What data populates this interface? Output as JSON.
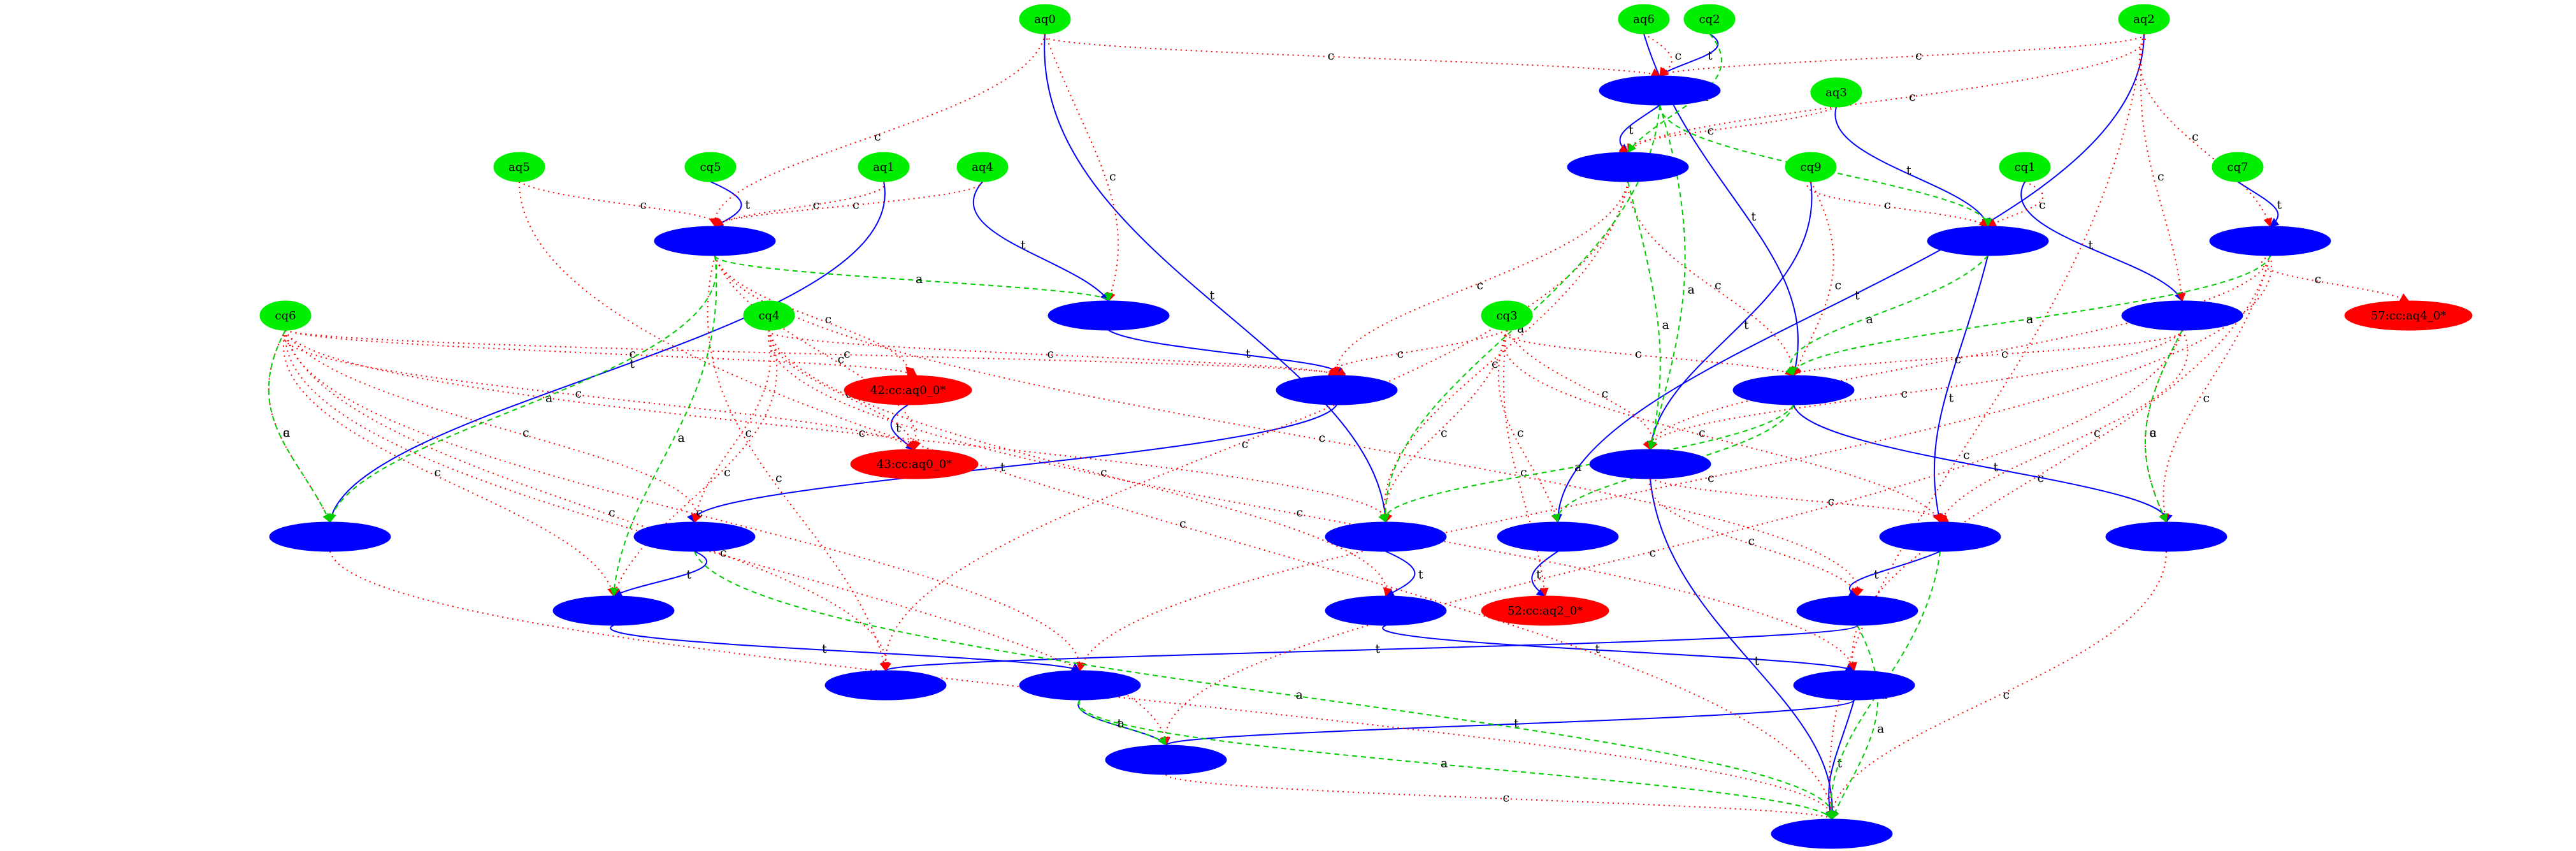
{
  "diagram": {
    "colors": {
      "source_node": "#00ee00",
      "task_node": "#0000ff",
      "terminal_node": "#ff0000",
      "edge_t": "#0000ff",
      "edge_c": "#ff0000",
      "edge_a": "#00cc00",
      "label_on_dark": "#000000"
    },
    "nodes": [
      {
        "id": "aq0",
        "label": "aq0",
        "kind": "source"
      },
      {
        "id": "aq6",
        "label": "aq6",
        "kind": "source"
      },
      {
        "id": "cq2",
        "label": "cq2",
        "kind": "source"
      },
      {
        "id": "aq2",
        "label": "aq2",
        "kind": "source"
      },
      {
        "id": "aq3",
        "label": "aq3",
        "kind": "source"
      },
      {
        "id": "aq5",
        "label": "aq5",
        "kind": "source"
      },
      {
        "id": "cq5",
        "label": "cq5",
        "kind": "source"
      },
      {
        "id": "aq1",
        "label": "aq1",
        "kind": "source"
      },
      {
        "id": "aq4",
        "label": "aq4",
        "kind": "source"
      },
      {
        "id": "cq9",
        "label": "cq9",
        "kind": "source"
      },
      {
        "id": "cq1",
        "label": "cq1",
        "kind": "source"
      },
      {
        "id": "cq7",
        "label": "cq7",
        "kind": "source"
      },
      {
        "id": "cq6",
        "label": "cq6",
        "kind": "source"
      },
      {
        "id": "cq4",
        "label": "cq4",
        "kind": "source"
      },
      {
        "id": "cq3",
        "label": "cq3",
        "kind": "source"
      },
      {
        "id": "b1",
        "label": "",
        "kind": "task"
      },
      {
        "id": "b2",
        "label": "",
        "kind": "task"
      },
      {
        "id": "b3",
        "label": "",
        "kind": "task"
      },
      {
        "id": "b4",
        "label": "",
        "kind": "task"
      },
      {
        "id": "b5",
        "label": "",
        "kind": "task"
      },
      {
        "id": "b6",
        "label": "",
        "kind": "task"
      },
      {
        "id": "b7",
        "label": "",
        "kind": "task"
      },
      {
        "id": "b8",
        "label": "",
        "kind": "task"
      },
      {
        "id": "b9",
        "label": "",
        "kind": "task"
      },
      {
        "id": "b10",
        "label": "",
        "kind": "task"
      },
      {
        "id": "b11",
        "label": "",
        "kind": "task"
      },
      {
        "id": "b12",
        "label": "",
        "kind": "task"
      },
      {
        "id": "b13",
        "label": "",
        "kind": "task"
      },
      {
        "id": "b14",
        "label": "",
        "kind": "task"
      },
      {
        "id": "b15",
        "label": "",
        "kind": "task"
      },
      {
        "id": "b16",
        "label": "",
        "kind": "task"
      },
      {
        "id": "b17",
        "label": "",
        "kind": "task"
      },
      {
        "id": "b18",
        "label": "",
        "kind": "task"
      },
      {
        "id": "b19",
        "label": "",
        "kind": "task"
      },
      {
        "id": "b20",
        "label": "",
        "kind": "task"
      },
      {
        "id": "b21",
        "label": "",
        "kind": "task"
      },
      {
        "id": "b22",
        "label": "",
        "kind": "task"
      },
      {
        "id": "b23",
        "label": "",
        "kind": "task"
      },
      {
        "id": "b24",
        "label": "",
        "kind": "task"
      },
      {
        "id": "r1",
        "label": "57:cc:aq4_0*",
        "kind": "terminal"
      },
      {
        "id": "r2",
        "label": "42:cc:aq0_0*",
        "kind": "terminal"
      },
      {
        "id": "r3",
        "label": "43:cc:aq0_0*",
        "kind": "terminal"
      },
      {
        "id": "r4",
        "label": "52:cc:aq2_0*",
        "kind": "terminal"
      }
    ],
    "edges": [
      {
        "from": "cq2",
        "to": "b1",
        "label": "t",
        "type": "t"
      },
      {
        "from": "b1",
        "to": "b2",
        "label": "t",
        "type": "t"
      },
      {
        "from": "cq5",
        "to": "b3",
        "label": "t",
        "type": "t"
      },
      {
        "from": "aq3",
        "to": "b4",
        "label": "t",
        "type": "t"
      },
      {
        "from": "cq1",
        "to": "b6",
        "label": "t",
        "type": "t"
      },
      {
        "from": "cq7",
        "to": "b5",
        "label": "t",
        "type": "t"
      },
      {
        "from": "aq4",
        "to": "b7",
        "label": "t",
        "type": "t"
      },
      {
        "from": "b7",
        "to": "b8",
        "label": "t",
        "type": "t"
      },
      {
        "from": "aq6",
        "to": "b9",
        "label": "t",
        "type": "t"
      },
      {
        "from": "cq9",
        "to": "b10",
        "label": "t",
        "type": "t"
      },
      {
        "from": "aq1",
        "to": "b11",
        "label": "t",
        "type": "t"
      },
      {
        "from": "b8",
        "to": "b12",
        "label": "t",
        "type": "t"
      },
      {
        "from": "aq0",
        "to": "b13",
        "label": "t",
        "type": "t"
      },
      {
        "from": "b4",
        "to": "b15",
        "label": "t",
        "type": "t"
      },
      {
        "from": "b9",
        "to": "b16",
        "label": "t",
        "type": "t"
      },
      {
        "from": "aq2",
        "to": "b14",
        "label": "t",
        "type": "t"
      },
      {
        "from": "b12",
        "to": "b17",
        "label": "t",
        "type": "t"
      },
      {
        "from": "b13",
        "to": "b18",
        "label": "t",
        "type": "t"
      },
      {
        "from": "b14",
        "to": "r4",
        "label": "t",
        "type": "t"
      },
      {
        "from": "b15",
        "to": "b19",
        "label": "t",
        "type": "t"
      },
      {
        "from": "b17",
        "to": "b21",
        "label": "t",
        "type": "t"
      },
      {
        "from": "b19",
        "to": "b20",
        "label": "t",
        "type": "t"
      },
      {
        "from": "b18",
        "to": "b22",
        "label": "t",
        "type": "t"
      },
      {
        "from": "b21",
        "to": "b23",
        "label": "t",
        "type": "t"
      },
      {
        "from": "b22",
        "to": "b23",
        "label": "t",
        "type": "t"
      },
      {
        "from": "b22",
        "to": "b24",
        "label": "t",
        "type": "t"
      },
      {
        "from": "r2",
        "to": "r3",
        "label": "t",
        "type": "t"
      },
      {
        "from": "b10",
        "to": "b24",
        "label": "t",
        "type": "t"
      },
      {
        "from": "aq0",
        "to": "b1",
        "label": "c",
        "type": "c"
      },
      {
        "from": "aq6",
        "to": "b1",
        "label": "c",
        "type": "c"
      },
      {
        "from": "aq2",
        "to": "b1",
        "label": "c",
        "type": "c"
      },
      {
        "from": "aq0",
        "to": "b3",
        "label": "c",
        "type": "c"
      },
      {
        "from": "aq5",
        "to": "b3",
        "label": "c",
        "type": "c"
      },
      {
        "from": "aq1",
        "to": "b3",
        "label": "c",
        "type": "c"
      },
      {
        "from": "aq4",
        "to": "b3",
        "label": "c",
        "type": "c"
      },
      {
        "from": "aq3",
        "to": "b2",
        "label": "c",
        "type": "c"
      },
      {
        "from": "aq2",
        "to": "b2",
        "label": "c",
        "type": "c"
      },
      {
        "from": "cq1",
        "to": "b4",
        "label": "c",
        "type": "c"
      },
      {
        "from": "cq9",
        "to": "b4",
        "label": "c",
        "type": "c"
      },
      {
        "from": "aq2",
        "to": "b5",
        "label": "c",
        "type": "c"
      },
      {
        "from": "aq2",
        "to": "b6",
        "label": "c",
        "type": "c"
      },
      {
        "from": "b5",
        "to": "r1",
        "label": "c",
        "type": "c"
      },
      {
        "from": "aq0",
        "to": "b7",
        "label": "c",
        "type": "c"
      },
      {
        "from": "b2",
        "to": "b8",
        "label": "c",
        "type": "c"
      },
      {
        "from": "cq6",
        "to": "b8",
        "label": "c",
        "type": "c"
      },
      {
        "from": "cq4",
        "to": "b8",
        "label": "c",
        "type": "c"
      },
      {
        "from": "cq3",
        "to": "b8",
        "label": "c",
        "type": "c"
      },
      {
        "from": "b3",
        "to": "r2",
        "label": "c",
        "type": "c"
      },
      {
        "from": "cq6",
        "to": "r2",
        "label": "c",
        "type": "c"
      },
      {
        "from": "cq9",
        "to": "b9",
        "label": "c",
        "type": "c"
      },
      {
        "from": "cq3",
        "to": "b9",
        "label": "c",
        "type": "c"
      },
      {
        "from": "b2",
        "to": "b9",
        "label": "c",
        "type": "c"
      },
      {
        "from": "b6",
        "to": "b9",
        "label": "c",
        "type": "c"
      },
      {
        "from": "cq6",
        "to": "r3",
        "label": "c",
        "type": "c"
      },
      {
        "from": "cq4",
        "to": "r3",
        "label": "c",
        "type": "c"
      },
      {
        "from": "b3",
        "to": "r3",
        "label": "c",
        "type": "c"
      },
      {
        "from": "cq3",
        "to": "b10",
        "label": "c",
        "type": "c"
      },
      {
        "from": "b6",
        "to": "b10",
        "label": "c",
        "type": "c"
      },
      {
        "from": "b5",
        "to": "b10",
        "label": "c",
        "type": "c"
      },
      {
        "from": "cq6",
        "to": "b11",
        "label": "c",
        "type": "c"
      },
      {
        "from": "cq6",
        "to": "b12",
        "label": "c",
        "type": "c"
      },
      {
        "from": "cq4",
        "to": "b12",
        "label": "c",
        "type": "c"
      },
      {
        "from": "cq6",
        "to": "b13",
        "label": "c",
        "type": "c"
      },
      {
        "from": "cq3",
        "to": "b13",
        "label": "c",
        "type": "c"
      },
      {
        "from": "b2",
        "to": "b13",
        "label": "c",
        "type": "c"
      },
      {
        "from": "cq3",
        "to": "b14",
        "label": "c",
        "type": "c"
      },
      {
        "from": "b10",
        "to": "b15",
        "label": "c",
        "type": "c"
      },
      {
        "from": "b6",
        "to": "b15",
        "label": "c",
        "type": "c"
      },
      {
        "from": "cq3",
        "to": "b15",
        "label": "c",
        "type": "c"
      },
      {
        "from": "b5",
        "to": "b16",
        "label": "c",
        "type": "c"
      },
      {
        "from": "b6",
        "to": "b16",
        "label": "c",
        "type": "c"
      },
      {
        "from": "cq6",
        "to": "b17",
        "label": "c",
        "type": "c"
      },
      {
        "from": "cq4",
        "to": "b17",
        "label": "c",
        "type": "c"
      },
      {
        "from": "cq4",
        "to": "b18",
        "label": "c",
        "type": "c"
      },
      {
        "from": "cq3",
        "to": "r4",
        "label": "c",
        "type": "c"
      },
      {
        "from": "b3",
        "to": "b19",
        "label": "c",
        "type": "c"
      },
      {
        "from": "b10",
        "to": "b19",
        "label": "c",
        "type": "c"
      },
      {
        "from": "cq6",
        "to": "b20",
        "label": "c",
        "type": "c"
      },
      {
        "from": "b2",
        "to": "b20",
        "label": "c",
        "type": "c"
      },
      {
        "from": "b3",
        "to": "b20",
        "label": "c",
        "type": "c"
      },
      {
        "from": "cq6",
        "to": "b21",
        "label": "c",
        "type": "c"
      },
      {
        "from": "b5",
        "to": "b21",
        "label": "c",
        "type": "c"
      },
      {
        "from": "cq4",
        "to": "b22",
        "label": "c",
        "type": "c"
      },
      {
        "from": "b5",
        "to": "b22",
        "label": "c",
        "type": "c"
      },
      {
        "from": "b6",
        "to": "b23",
        "label": "c",
        "type": "c"
      },
      {
        "from": "cq6",
        "to": "b23",
        "label": "c",
        "type": "c"
      },
      {
        "from": "aq5",
        "to": "b24",
        "label": "c",
        "type": "c"
      },
      {
        "from": "b11",
        "to": "b24",
        "label": "c",
        "type": "c"
      },
      {
        "from": "b16",
        "to": "b24",
        "label": "c",
        "type": "c"
      },
      {
        "from": "b23",
        "to": "b24",
        "label": "c",
        "type": "c"
      },
      {
        "from": "aq2",
        "to": "b24",
        "label": "c",
        "type": "c"
      },
      {
        "from": "b1",
        "to": "b4",
        "label": "a",
        "type": "a"
      },
      {
        "from": "b1",
        "to": "b10",
        "label": "a",
        "type": "a"
      },
      {
        "from": "b1",
        "to": "b13",
        "label": "a",
        "type": "a"
      },
      {
        "from": "b3",
        "to": "b7",
        "label": "a",
        "type": "a"
      },
      {
        "from": "b3",
        "to": "b11",
        "label": "a",
        "type": "a"
      },
      {
        "from": "b3",
        "to": "b17",
        "label": "a",
        "type": "a"
      },
      {
        "from": "b6",
        "to": "b16",
        "label": "a",
        "type": "a"
      },
      {
        "from": "b5",
        "to": "b9",
        "label": "a",
        "type": "a"
      },
      {
        "from": "b4",
        "to": "b9",
        "label": "a",
        "type": "a"
      },
      {
        "from": "cq6",
        "to": "b11",
        "label": "a",
        "type": "a"
      },
      {
        "from": "b9",
        "to": "b13",
        "label": "a",
        "type": "a"
      },
      {
        "from": "b9",
        "to": "b14",
        "label": "a",
        "type": "a"
      },
      {
        "from": "b2",
        "to": "b10",
        "label": "a",
        "type": "a"
      },
      {
        "from": "b12",
        "to": "b24",
        "label": "a",
        "type": "a"
      },
      {
        "from": "b19",
        "to": "b24",
        "label": "a",
        "type": "a"
      },
      {
        "from": "b15",
        "to": "b24",
        "label": "a",
        "type": "a"
      },
      {
        "from": "b21",
        "to": "b23",
        "label": "a",
        "type": "a"
      },
      {
        "from": "b21",
        "to": "b24",
        "label": "a",
        "type": "a"
      },
      {
        "from": "cq2",
        "to": "b2",
        "label": "a",
        "type": "a"
      }
    ]
  }
}
